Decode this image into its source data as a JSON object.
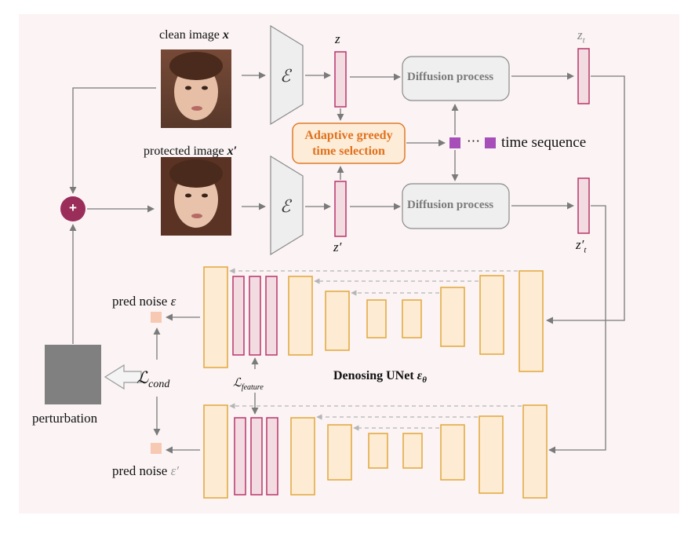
{
  "labels": {
    "clean_image": "clean image",
    "clean_image_sym": "x",
    "protected_image": "protected  image",
    "protected_image_sym": "x′",
    "z": "z",
    "z_prime": "z′",
    "z_t": "z",
    "z_t_sub": "t",
    "z_prime_t": "z′",
    "z_prime_t_sub": "t",
    "encoder": "ℰ",
    "diffusion_process_top": "Diffusion process",
    "diffusion_process_bottom": "Diffusion process",
    "adaptive_line1": "Adaptive greedy",
    "adaptive_line2": "time selection",
    "ellipsis": "···",
    "time_sequence": "time sequence",
    "plus": "+",
    "pred_noise_top": "pred noise",
    "pred_noise_top_sym": "ε",
    "pred_noise_bottom": "pred noise",
    "pred_noise_bottom_sym": "ε′",
    "loss_cond": "ℒ",
    "loss_cond_sub": "cond",
    "loss_feature": "ℒ",
    "loss_feature_sub": "feature",
    "unet_label": "Denosing UNet",
    "unet_sym": "ε",
    "unet_sub": "θ",
    "perturbation": "perturbation"
  },
  "colors": {
    "panel_bg": "#fbf3f4",
    "arrow": "#7a7a7a",
    "latent_fill": "#f3dbe2",
    "latent_stroke": "#b8366a",
    "unet_fill": "#fdebd4",
    "unet_stroke": "#e2a73a",
    "adaptive_fill": "#fdecd8",
    "adaptive_stroke": "#e07b2a",
    "adaptive_text": "#e0721e",
    "diffusion_fill": "#efefef",
    "diffusion_stroke": "#8a8a8a",
    "diffusion_text": "#7a7a7a",
    "plus_fill": "#9b2d5a",
    "time_square": "#a64fb8",
    "noise_square": "#f7c8b2",
    "perturbation": "#808080",
    "encoder_fill": "#eeeeee",
    "encoder_stroke": "#8a8a8a"
  }
}
